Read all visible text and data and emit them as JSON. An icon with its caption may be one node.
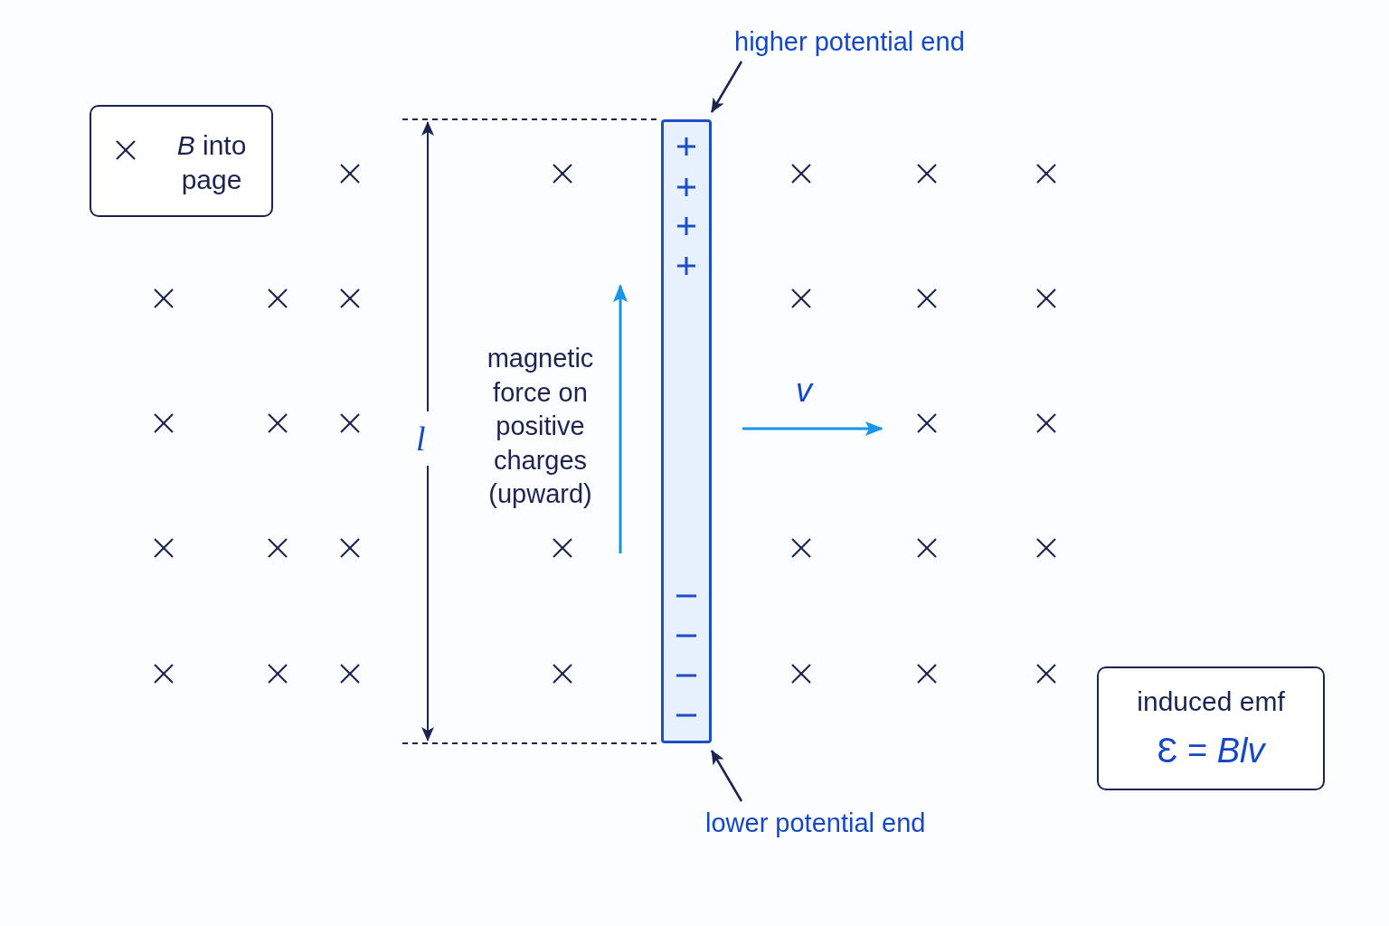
{
  "diagram": {
    "nodes": [
      {
        "text": [
          "*B* into page"
        ]
      },
      {
        "text": [],
        "shape": "bar"
      },
      {
        "text": [
          "higher potential end"
        ]
      },
      {
        "text": [
          "lower potential end"
        ]
      },
      {
        "text": [
          "induced emf",
          "Ɛ = *Blv*"
        ]
      }
    ],
    "edges": [
      {
        "from": 2,
        "to": 1,
        "arrow": "to"
      },
      {
        "from": 3,
        "to": 1,
        "arrow": "to"
      }
    ],
    "labels": [
      "magnetic force on positive charges (upward)",
      "v",
      "l"
    ]
  }
}
